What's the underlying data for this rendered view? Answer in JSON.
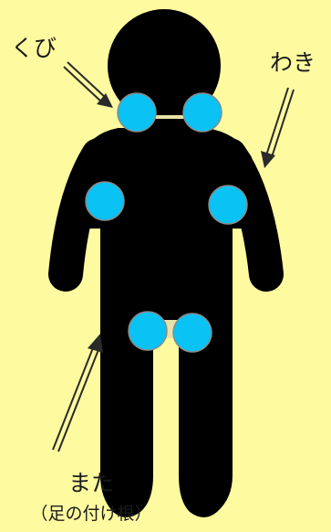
{
  "labels": {
    "neck": "くび",
    "armpit": "わき",
    "groin": "また",
    "groin_sub": "（足の付け根）"
  },
  "colors": {
    "background": "#fefaa0",
    "body": "#000000",
    "marker_fill": "#0ac2f4",
    "marker_stroke": "#8a8a8a",
    "arrow": "#2a2a2a",
    "text": "#1b1b1b"
  },
  "markers": [
    {
      "region": "neck",
      "side": "left"
    },
    {
      "region": "neck",
      "side": "right"
    },
    {
      "region": "armpit",
      "side": "left"
    },
    {
      "region": "armpit",
      "side": "right"
    },
    {
      "region": "groin",
      "side": "left"
    },
    {
      "region": "groin",
      "side": "right"
    }
  ]
}
